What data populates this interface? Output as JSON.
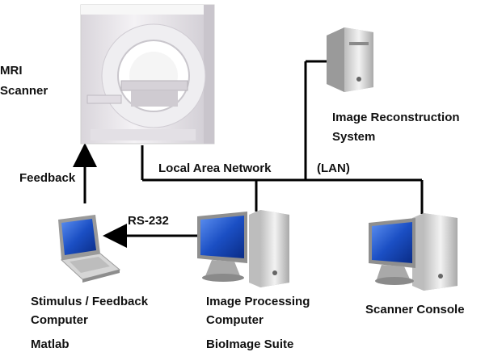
{
  "labels": {
    "mri_line1": "MRI",
    "mri_line2": "Scanner",
    "recon_line1": "Image Reconstruction",
    "recon_line2": "System",
    "lan_name": "Local Area Network",
    "lan_abbrev": "(LAN)",
    "feedback": "Feedback",
    "rs232": "RS-232",
    "stim_line1": "Stimulus / Feedback",
    "stim_line2": "Computer",
    "stim_software": "Matlab",
    "proc_line1": "Image Processing",
    "proc_line2": "Computer",
    "proc_software": "BioImage Suite",
    "console": "Scanner Console"
  },
  "icons": {
    "scanner": "mri-scanner-icon",
    "recon": "server-tower-icon",
    "laptop": "laptop-icon",
    "workstation": "desktop-computer-icon",
    "console": "desktop-computer-icon"
  },
  "colors": {
    "line": "#000000",
    "screen_blue": "#1b4fc4",
    "tower_gray": "#d9d9d9",
    "scanner_body": "#e9e6ea"
  }
}
